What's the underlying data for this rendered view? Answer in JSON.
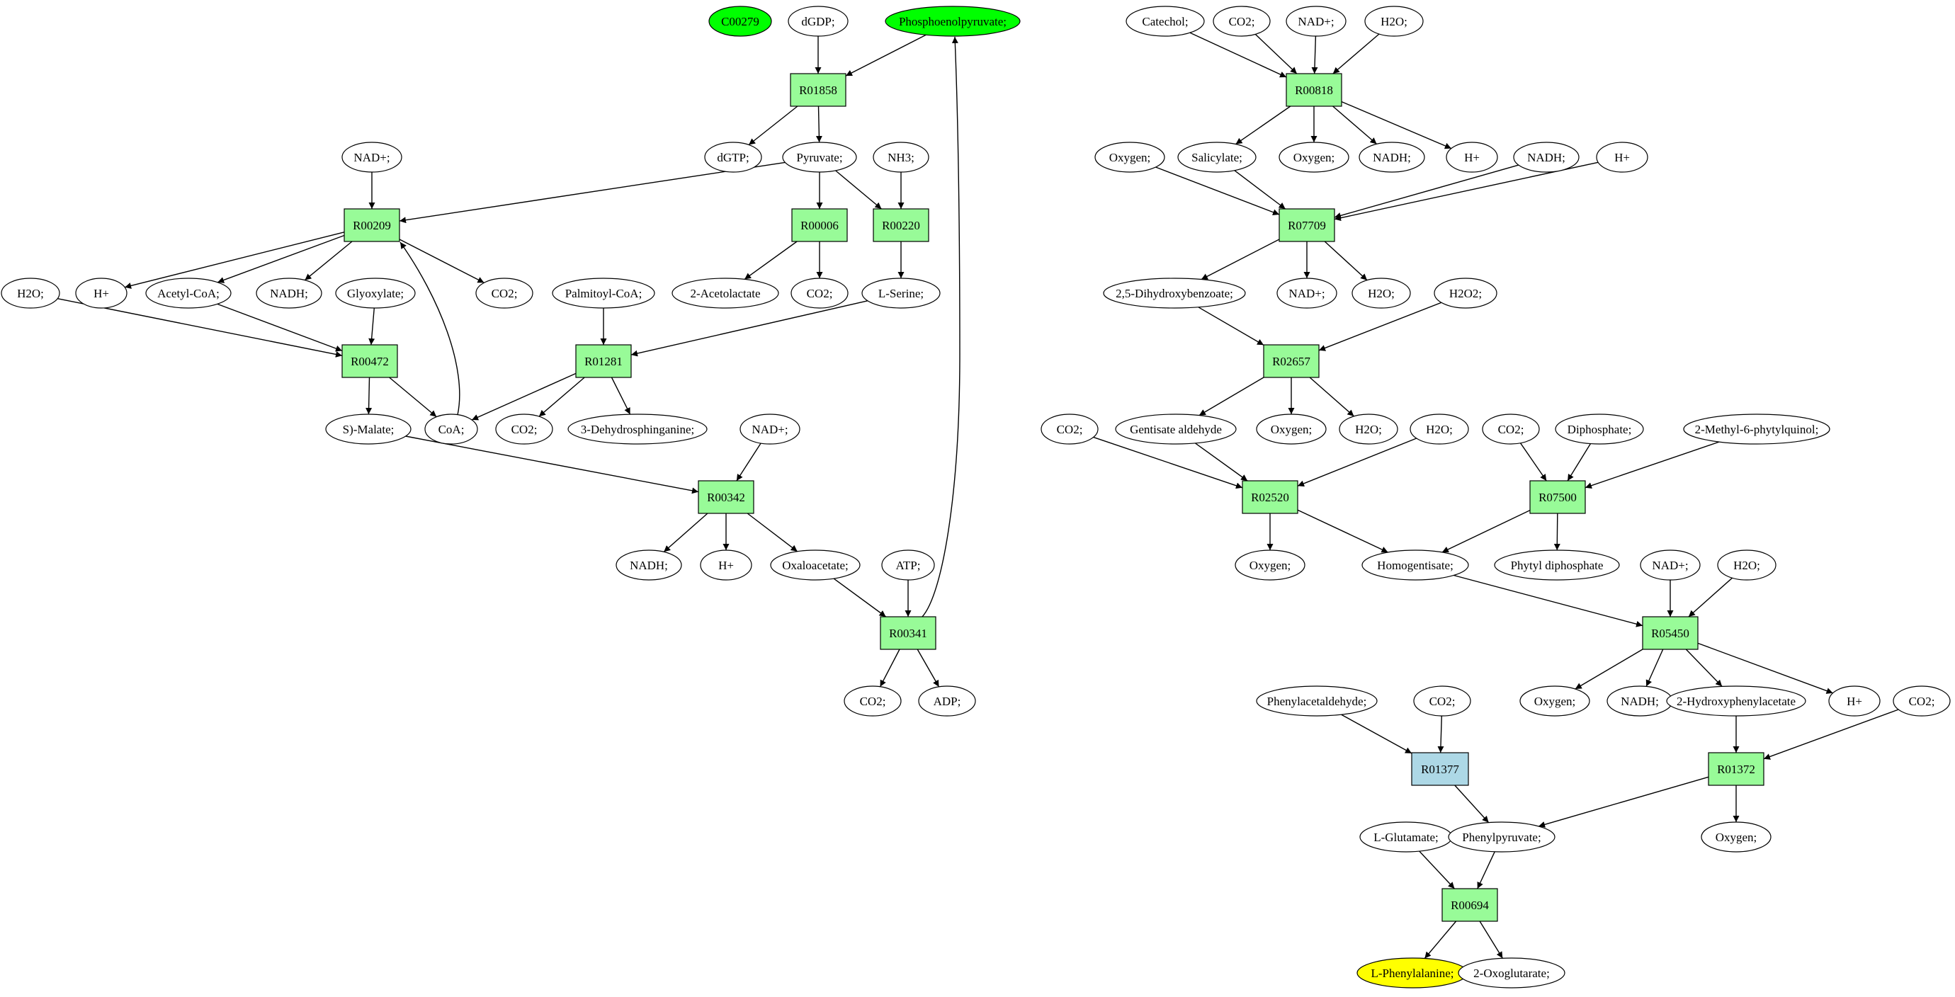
{
  "colors": {
    "reaction": "#98fb98",
    "reaction_highlight": "#add8e6",
    "source": "#00ff00",
    "target": "#ffff00",
    "compound": "#ffffff",
    "stroke": "#000000"
  },
  "nodes": [
    {
      "id": "C00279",
      "label": "C00279",
      "kind": "source"
    },
    {
      "id": "dGDP",
      "label": "dGDP;",
      "kind": "compound"
    },
    {
      "id": "PEP",
      "label": "Phosphoenolpyruvate;",
      "kind": "source"
    },
    {
      "id": "R01858",
      "label": "R01858",
      "kind": "reaction"
    },
    {
      "id": "dGTP",
      "label": "dGTP;",
      "kind": "compound"
    },
    {
      "id": "Pyruvate",
      "label": "Pyruvate;",
      "kind": "compound"
    },
    {
      "id": "NH3",
      "label": "NH3;",
      "kind": "compound"
    },
    {
      "id": "NADp1",
      "label": "NAD+;",
      "kind": "compound"
    },
    {
      "id": "R00209",
      "label": "R00209",
      "kind": "reaction"
    },
    {
      "id": "R00006",
      "label": "R00006",
      "kind": "reaction"
    },
    {
      "id": "R00220",
      "label": "R00220",
      "kind": "reaction"
    },
    {
      "id": "H2O1",
      "label": "H2O;",
      "kind": "compound"
    },
    {
      "id": "Hp1",
      "label": "H+",
      "kind": "compound"
    },
    {
      "id": "AcCoA",
      "label": "Acetyl-CoA;",
      "kind": "compound"
    },
    {
      "id": "NADH1",
      "label": "NADH;",
      "kind": "compound"
    },
    {
      "id": "Glyox",
      "label": "Glyoxylate;",
      "kind": "compound"
    },
    {
      "id": "CO2a",
      "label": "CO2;",
      "kind": "compound"
    },
    {
      "id": "PalCoA",
      "label": "Palmitoyl-CoA;",
      "kind": "compound"
    },
    {
      "id": "Acetolac",
      "label": "2-Acetolactate",
      "kind": "compound"
    },
    {
      "id": "CO2b",
      "label": "CO2;",
      "kind": "compound"
    },
    {
      "id": "Serine",
      "label": "L-Serine;",
      "kind": "compound"
    },
    {
      "id": "R00472",
      "label": "R00472",
      "kind": "reaction"
    },
    {
      "id": "R01281",
      "label": "R01281",
      "kind": "reaction"
    },
    {
      "id": "Malate",
      "label": "S)-Malate;",
      "kind": "compound"
    },
    {
      "id": "CoA",
      "label": "CoA;",
      "kind": "compound"
    },
    {
      "id": "CO2c",
      "label": "CO2;",
      "kind": "compound"
    },
    {
      "id": "DHS",
      "label": "3-Dehydrosphinganine;",
      "kind": "compound"
    },
    {
      "id": "NADp2",
      "label": "NAD+;",
      "kind": "compound"
    },
    {
      "id": "R00342",
      "label": "R00342",
      "kind": "reaction"
    },
    {
      "id": "NADH2",
      "label": "NADH;",
      "kind": "compound"
    },
    {
      "id": "Hp2",
      "label": "H+",
      "kind": "compound"
    },
    {
      "id": "OAA",
      "label": "Oxaloacetate;",
      "kind": "compound"
    },
    {
      "id": "ATP",
      "label": "ATP;",
      "kind": "compound"
    },
    {
      "id": "R00341",
      "label": "R00341",
      "kind": "reaction"
    },
    {
      "id": "CO2d",
      "label": "CO2;",
      "kind": "compound"
    },
    {
      "id": "ADP",
      "label": "ADP;",
      "kind": "compound"
    },
    {
      "id": "Catechol",
      "label": "Catechol;",
      "kind": "compound"
    },
    {
      "id": "CO2e",
      "label": "CO2;",
      "kind": "compound"
    },
    {
      "id": "NADp3",
      "label": "NAD+;",
      "kind": "compound"
    },
    {
      "id": "H2O2",
      "label": "H2O;",
      "kind": "compound"
    },
    {
      "id": "R00818",
      "label": "R00818",
      "kind": "reaction"
    },
    {
      "id": "Oxy1",
      "label": "Oxygen;",
      "kind": "compound"
    },
    {
      "id": "Salicyl",
      "label": "Salicylate;",
      "kind": "compound"
    },
    {
      "id": "Oxy2",
      "label": "Oxygen;",
      "kind": "compound"
    },
    {
      "id": "NADH3",
      "label": "NADH;",
      "kind": "compound"
    },
    {
      "id": "Hp3",
      "label": "H+",
      "kind": "compound"
    },
    {
      "id": "NADH4",
      "label": "NADH;",
      "kind": "compound"
    },
    {
      "id": "Hp4",
      "label": "H+",
      "kind": "compound"
    },
    {
      "id": "R07709",
      "label": "R07709",
      "kind": "reaction"
    },
    {
      "id": "DHB",
      "label": "2,5-Dihydroxybenzoate;",
      "kind": "compound"
    },
    {
      "id": "NADp4",
      "label": "NAD+;",
      "kind": "compound"
    },
    {
      "id": "H2O3",
      "label": "H2O;",
      "kind": "compound"
    },
    {
      "id": "H2O2b",
      "label": "H2O2;",
      "kind": "compound"
    },
    {
      "id": "R02657",
      "label": "R02657",
      "kind": "reaction"
    },
    {
      "id": "CO2f",
      "label": "CO2;",
      "kind": "compound"
    },
    {
      "id": "GentAld",
      "label": "Gentisate aldehyde",
      "kind": "compound"
    },
    {
      "id": "Oxy3",
      "label": "Oxygen;",
      "kind": "compound"
    },
    {
      "id": "H2O4",
      "label": "H2O;",
      "kind": "compound"
    },
    {
      "id": "H2O5",
      "label": "H2O;",
      "kind": "compound"
    },
    {
      "id": "CO2g",
      "label": "CO2;",
      "kind": "compound"
    },
    {
      "id": "Diphos",
      "label": "Diphosphate;",
      "kind": "compound"
    },
    {
      "id": "MPQ",
      "label": "2-Methyl-6-phytylquinol;",
      "kind": "compound"
    },
    {
      "id": "R02520",
      "label": "R02520",
      "kind": "reaction"
    },
    {
      "id": "R07500",
      "label": "R07500",
      "kind": "reaction"
    },
    {
      "id": "Oxy4",
      "label": "Oxygen;",
      "kind": "compound"
    },
    {
      "id": "Homogent",
      "label": "Homogentisate;",
      "kind": "compound"
    },
    {
      "id": "PhytylDP",
      "label": "Phytyl diphosphate",
      "kind": "compound"
    },
    {
      "id": "NADp5",
      "label": "NAD+;",
      "kind": "compound"
    },
    {
      "id": "H2O6",
      "label": "H2O;",
      "kind": "compound"
    },
    {
      "id": "R05450",
      "label": "R05450",
      "kind": "reaction"
    },
    {
      "id": "Phenylacet",
      "label": "Phenylacetaldehyde;",
      "kind": "compound"
    },
    {
      "id": "CO2h",
      "label": "CO2;",
      "kind": "compound"
    },
    {
      "id": "Oxy5",
      "label": "Oxygen;",
      "kind": "compound"
    },
    {
      "id": "NADH5",
      "label": "NADH;",
      "kind": "compound"
    },
    {
      "id": "HPA",
      "label": "2-Hydroxyphenylacetate",
      "kind": "compound"
    },
    {
      "id": "Hp5",
      "label": "H+",
      "kind": "compound"
    },
    {
      "id": "CO2i",
      "label": "CO2;",
      "kind": "compound"
    },
    {
      "id": "R01377",
      "label": "R01377",
      "kind": "reaction_highlight"
    },
    {
      "id": "R01372",
      "label": "R01372",
      "kind": "reaction"
    },
    {
      "id": "Glu",
      "label": "L-Glutamate;",
      "kind": "compound"
    },
    {
      "id": "PhePyr",
      "label": "Phenylpyruvate;",
      "kind": "compound"
    },
    {
      "id": "Oxy6",
      "label": "Oxygen;",
      "kind": "compound"
    },
    {
      "id": "R00694",
      "label": "R00694",
      "kind": "reaction"
    },
    {
      "id": "Phe",
      "label": "L-Phenylalanine;",
      "kind": "target"
    },
    {
      "id": "OxoGlu",
      "label": "2-Oxoglutarate;",
      "kind": "compound"
    }
  ],
  "edges": [
    [
      "dGDP",
      "R01858"
    ],
    [
      "PEP",
      "R01858"
    ],
    [
      "R01858",
      "dGTP"
    ],
    [
      "R01858",
      "Pyruvate"
    ],
    [
      "NADp1",
      "R00209"
    ],
    [
      "Pyruvate",
      "R00209"
    ],
    [
      "Pyruvate",
      "R00006"
    ],
    [
      "Pyruvate",
      "R00220"
    ],
    [
      "NH3",
      "R00220"
    ],
    [
      "R00209",
      "Hp1"
    ],
    [
      "R00209",
      "AcCoA"
    ],
    [
      "R00209",
      "NADH1"
    ],
    [
      "R00209",
      "CO2a"
    ],
    [
      "R00006",
      "Acetolac"
    ],
    [
      "R00006",
      "CO2b"
    ],
    [
      "R00220",
      "Serine"
    ],
    [
      "H2O1",
      "R00472"
    ],
    [
      "AcCoA",
      "R00472"
    ],
    [
      "Glyox",
      "R00472"
    ],
    [
      "PalCoA",
      "R01281"
    ],
    [
      "Serine",
      "R01281"
    ],
    [
      "R00472",
      "Malate"
    ],
    [
      "R00472",
      "CoA"
    ],
    [
      "CoA",
      "R00209"
    ],
    [
      "R01281",
      "CoA"
    ],
    [
      "R01281",
      "CO2c"
    ],
    [
      "R01281",
      "DHS"
    ],
    [
      "Malate",
      "R00342"
    ],
    [
      "NADp2",
      "R00342"
    ],
    [
      "R00342",
      "NADH2"
    ],
    [
      "R00342",
      "Hp2"
    ],
    [
      "R00342",
      "OAA"
    ],
    [
      "OAA",
      "R00341"
    ],
    [
      "ATP",
      "R00341"
    ],
    [
      "R00341",
      "CO2d"
    ],
    [
      "R00341",
      "ADP"
    ],
    [
      "R00341",
      "PEP"
    ],
    [
      "Catechol",
      "R00818"
    ],
    [
      "CO2e",
      "R00818"
    ],
    [
      "NADp3",
      "R00818"
    ],
    [
      "H2O2",
      "R00818"
    ],
    [
      "R00818",
      "Salicyl"
    ],
    [
      "R00818",
      "Oxy2"
    ],
    [
      "R00818",
      "NADH3"
    ],
    [
      "R00818",
      "Hp3"
    ],
    [
      "Oxy1",
      "R07709"
    ],
    [
      "Salicyl",
      "R07709"
    ],
    [
      "NADH4",
      "R07709"
    ],
    [
      "Hp4",
      "R07709"
    ],
    [
      "R07709",
      "DHB"
    ],
    [
      "R07709",
      "NADp4"
    ],
    [
      "R07709",
      "H2O3"
    ],
    [
      "DHB",
      "R02657"
    ],
    [
      "H2O2b",
      "R02657"
    ],
    [
      "R02657",
      "GentAld"
    ],
    [
      "R02657",
      "Oxy3"
    ],
    [
      "R02657",
      "H2O4"
    ],
    [
      "CO2f",
      "R02520"
    ],
    [
      "GentAld",
      "R02520"
    ],
    [
      "H2O5",
      "R02520"
    ],
    [
      "CO2g",
      "R07500"
    ],
    [
      "Diphos",
      "R07500"
    ],
    [
      "MPQ",
      "R07500"
    ],
    [
      "R02520",
      "Oxy4"
    ],
    [
      "R02520",
      "Homogent"
    ],
    [
      "R07500",
      "Homogent"
    ],
    [
      "R07500",
      "PhytylDP"
    ],
    [
      "Homogent",
      "R05450"
    ],
    [
      "NADp5",
      "R05450"
    ],
    [
      "H2O6",
      "R05450"
    ],
    [
      "R05450",
      "Oxy5"
    ],
    [
      "R05450",
      "NADH5"
    ],
    [
      "R05450",
      "HPA"
    ],
    [
      "R05450",
      "Hp5"
    ],
    [
      "Phenylacet",
      "R01377"
    ],
    [
      "CO2h",
      "R01377"
    ],
    [
      "R01377",
      "PhePyr"
    ],
    [
      "HPA",
      "R01372"
    ],
    [
      "CO2i",
      "R01372"
    ],
    [
      "R01372",
      "PhePyr"
    ],
    [
      "R01372",
      "Oxy6"
    ],
    [
      "Glu",
      "R00694"
    ],
    [
      "PhePyr",
      "R00694"
    ],
    [
      "R00694",
      "Phe"
    ],
    [
      "R00694",
      "OxoGlu"
    ]
  ]
}
